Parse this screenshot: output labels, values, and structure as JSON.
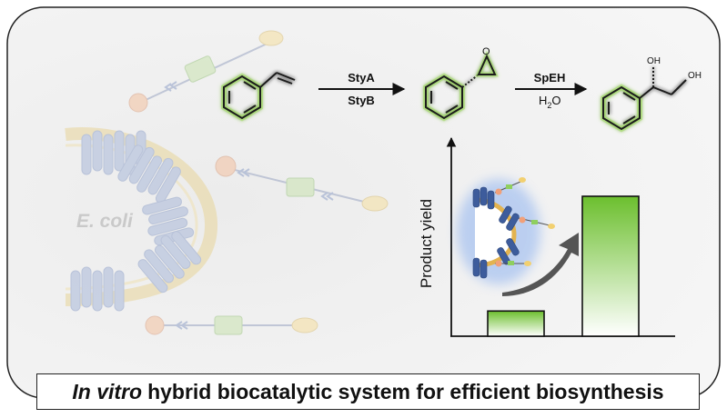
{
  "reaction": {
    "step1_top": "StyA",
    "step1_bottom": "StyB",
    "step2_top": "SpEH",
    "step2_bottom_main": "H",
    "step2_bottom_sub": "2",
    "step2_bottom_tail": "O",
    "diol_oh1": "OH",
    "diol_oh2": "OH"
  },
  "cell": {
    "label": "E. coli"
  },
  "chart_data": {
    "type": "bar",
    "categories": [
      "",
      ""
    ],
    "values": [
      0.18,
      1.0
    ],
    "ylabel": "Product  yield",
    "xlabel": "",
    "ylim": [
      0,
      1.0
    ],
    "grid": false
  },
  "caption": {
    "italic": "In vitro",
    "rest": "hybrid biocatalytic system for efficient biosynthesis"
  },
  "colors": {
    "molecule_glow": "#b8e986",
    "bar_top": "#7cc43a",
    "enzyme_blue": "#5a74b0",
    "membrane_yellow": "#e6c97a"
  }
}
